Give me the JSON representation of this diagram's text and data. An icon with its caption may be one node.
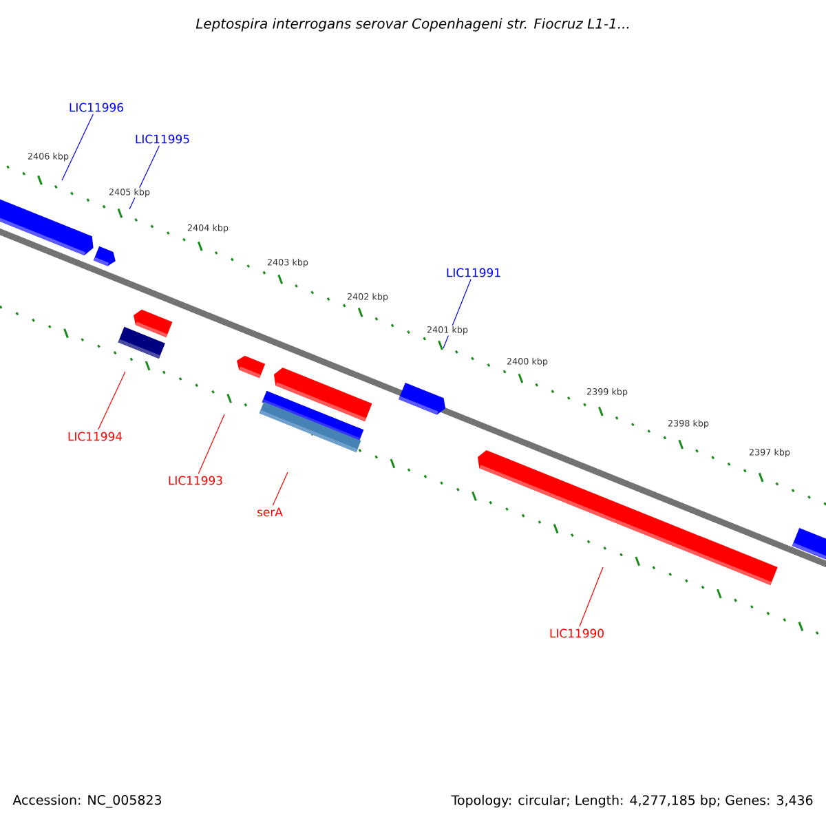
{
  "diagram": {
    "title": "Leptospira interrogans serovar Copenhageni str. Fiocruz L1-1...",
    "nodes": [
      {
        "text": [
          "LIC11996"
        ]
      },
      {
        "text": [
          "LIC11995"
        ]
      },
      {
        "text": [
          "LIC11991"
        ]
      },
      {
        "text": [
          "LIC11994"
        ]
      },
      {
        "text": [
          "LIC11993"
        ]
      },
      {
        "text": [
          "serA"
        ]
      },
      {
        "text": [
          "LIC11990"
        ]
      }
    ],
    "edges": [
      {
        "from": 0,
        "to": null,
        "arrow": "none",
        "color": "#0000ff"
      },
      {
        "from": 1,
        "to": null,
        "arrow": "none",
        "color": "#0000ff"
      },
      {
        "from": 2,
        "to": null,
        "arrow": "none",
        "color": "#0000ff"
      },
      {
        "from": 3,
        "to": null,
        "arrow": "none"
      },
      {
        "from": 4,
        "to": null,
        "arrow": "none"
      },
      {
        "from": 5,
        "to": null,
        "arrow": "none"
      },
      {
        "from": 6,
        "to": null,
        "arrow": "none"
      }
    ],
    "labels": [
      "2406 kbp",
      "2405 kbp",
      "2404 kbp",
      "2403 kbp",
      "2402 kbp",
      "2401 kbp",
      "2400 kbp",
      "2399 kbp",
      "2398 kbp",
      "2397 kbp",
      "Accession: NC_005823",
      "Topology: circular; Length: 4,277,185 bp; Genes: 3,436"
    ]
  }
}
